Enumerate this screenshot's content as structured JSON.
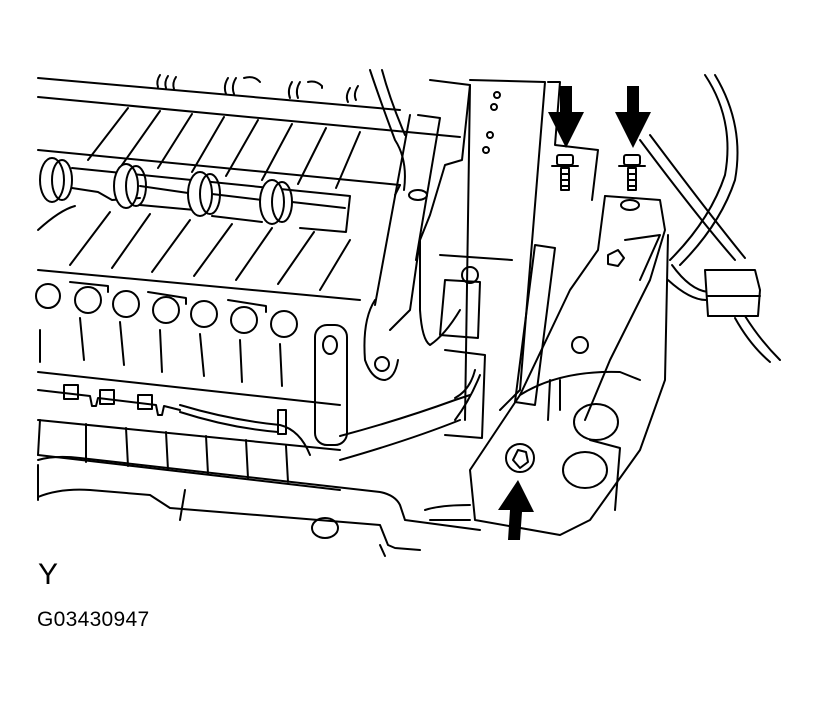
{
  "figure": {
    "view_label": "Y",
    "figure_id": "G03430947",
    "callouts": [
      {
        "name": "bolt-arrow-top-left",
        "direction": "down",
        "color": "#000000"
      },
      {
        "name": "bolt-arrow-top-right",
        "direction": "down",
        "color": "#000000"
      },
      {
        "name": "bolt-arrow-bottom",
        "direction": "up",
        "color": "#000000"
      }
    ],
    "line_color": "#000000",
    "background": "#ffffff"
  }
}
